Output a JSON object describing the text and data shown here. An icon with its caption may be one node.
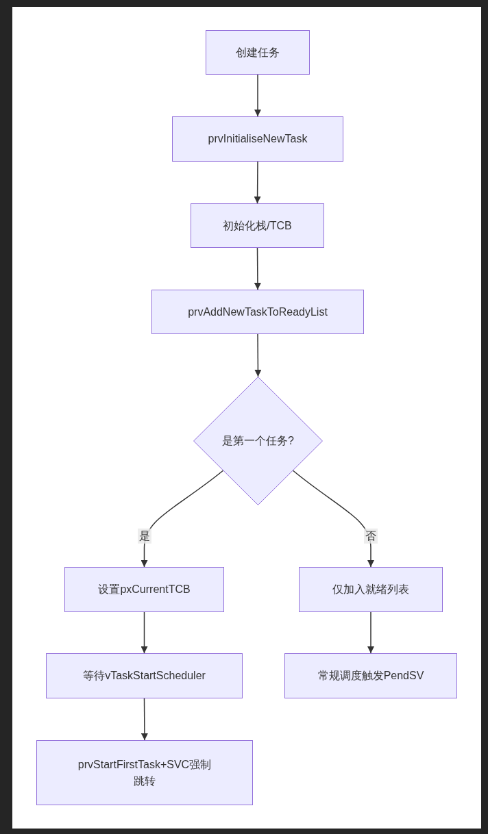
{
  "diagram": {
    "nodes": [
      {
        "text": [
          "创建任务"
        ]
      },
      {
        "text": [
          "prvInitialiseNewTask"
        ]
      },
      {
        "text": [
          "初始化栈/TCB"
        ]
      },
      {
        "text": [
          "prvAddNewTaskToReadyList"
        ]
      },
      {
        "text": [
          "是第一个任务?"
        ]
      },
      {
        "text": [
          "设置pxCurrentTCB"
        ]
      },
      {
        "text": [
          "仅加入就绪列表"
        ]
      },
      {
        "text": [
          "等待vTaskStartScheduler"
        ]
      },
      {
        "text": [
          "常规调度触发PendSV"
        ]
      },
      {
        "text": [
          "prvStartFirstTask+SVC强制跳转"
        ]
      }
    ],
    "edges": [
      {
        "from": 0,
        "to": 1,
        "arrow": "to"
      },
      {
        "from": 1,
        "to": 2,
        "arrow": "to"
      },
      {
        "from": 2,
        "to": 3,
        "arrow": "to"
      },
      {
        "from": 3,
        "to": 4,
        "arrow": "to"
      },
      {
        "from": 4,
        "to": 5,
        "arrow": "to",
        "label": "是"
      },
      {
        "from": 4,
        "to": 6,
        "arrow": "to",
        "label": "否"
      },
      {
        "from": 5,
        "to": 7,
        "arrow": "to"
      },
      {
        "from": 7,
        "to": 9,
        "arrow": "to"
      },
      {
        "from": 6,
        "to": 8,
        "arrow": "to"
      }
    ]
  }
}
